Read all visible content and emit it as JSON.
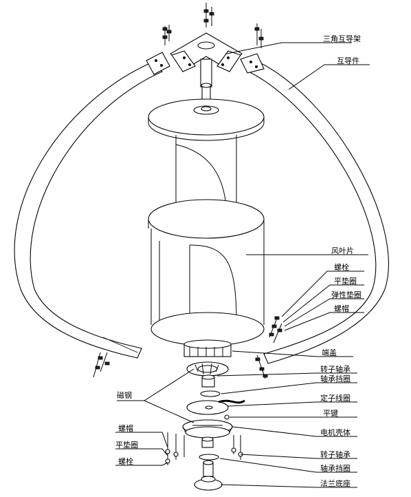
{
  "labels": {
    "triangle_frame": "三角互导架",
    "guide_piece": "互导件",
    "blade": "风叶片",
    "bolt_upper": "螺栓",
    "flat_washer_upper": "平垫圈",
    "spring_washer": "弹性垫圈",
    "nut_upper": "螺帽",
    "end_cap": "端盖",
    "rotor_bearing_upper": "转子轴承",
    "bearing_retainer_upper": "轴承挡圈",
    "magnet_steel": "磁钢",
    "stator_coil": "定子线圈",
    "flat_key": "平键",
    "motor_housing": "电机壳体",
    "nut_lower": "螺帽",
    "flat_washer_lower": "平垫圈",
    "bolt_lower": "螺栓",
    "rotor_bearing_lower": "转子轴承",
    "bearing_retainer_lower": "轴承挡圈",
    "flange_base": "法兰底座"
  }
}
